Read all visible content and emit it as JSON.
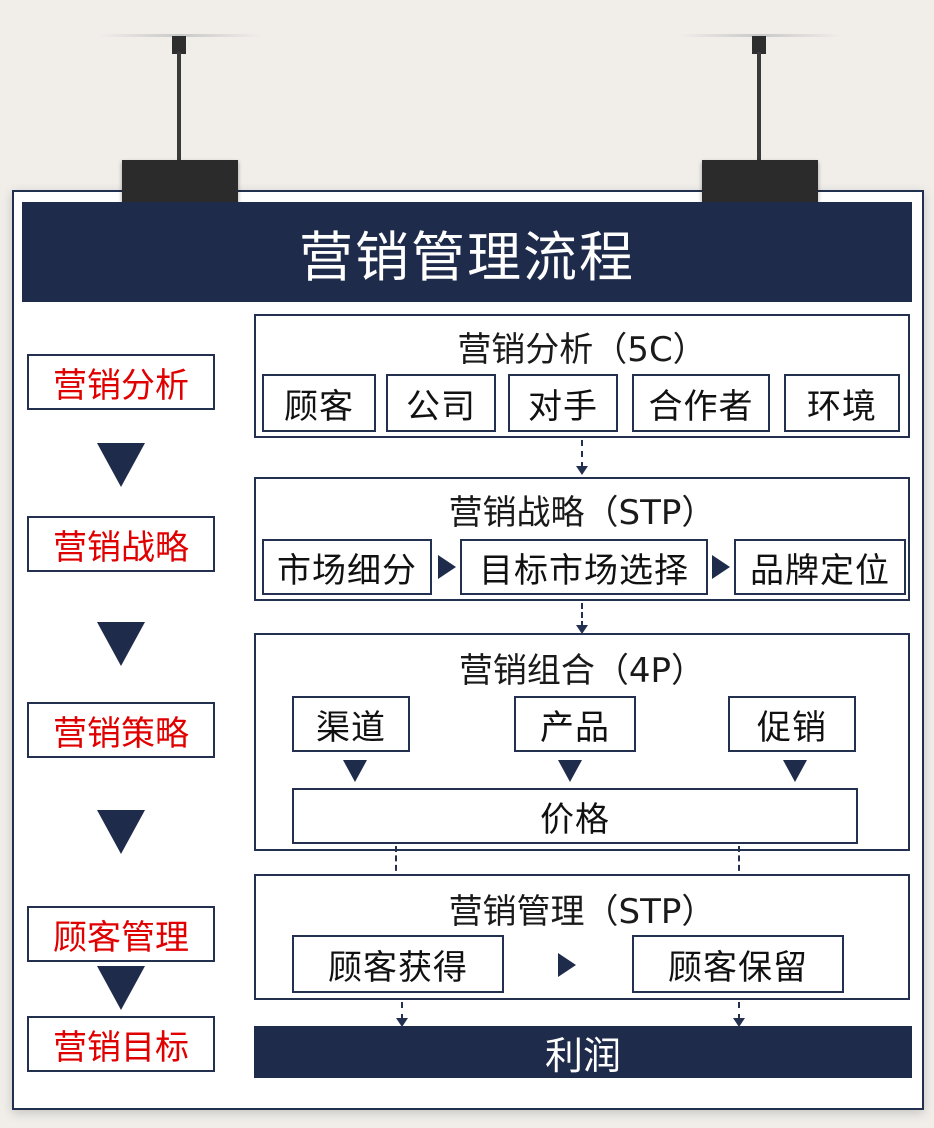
{
  "title": "营销管理流程",
  "steps": [
    "营销分析",
    "营销战略",
    "营销策略",
    "顾客管理",
    "营销目标"
  ],
  "analysis": {
    "title": "营销分析（5C）",
    "items": [
      "顾客",
      "公司",
      "对手",
      "合作者",
      "环境"
    ]
  },
  "strategy": {
    "title": "营销战略（STP）",
    "items": [
      "市场细分",
      "目标市场选择",
      "品牌定位"
    ]
  },
  "mix": {
    "title": "营销组合（4P）",
    "items": [
      "渠道",
      "产品",
      "促销"
    ],
    "target": "价格"
  },
  "management": {
    "title": "营销管理（STP）",
    "items": [
      "顾客获得",
      "顾客保留"
    ]
  },
  "result": "利润"
}
